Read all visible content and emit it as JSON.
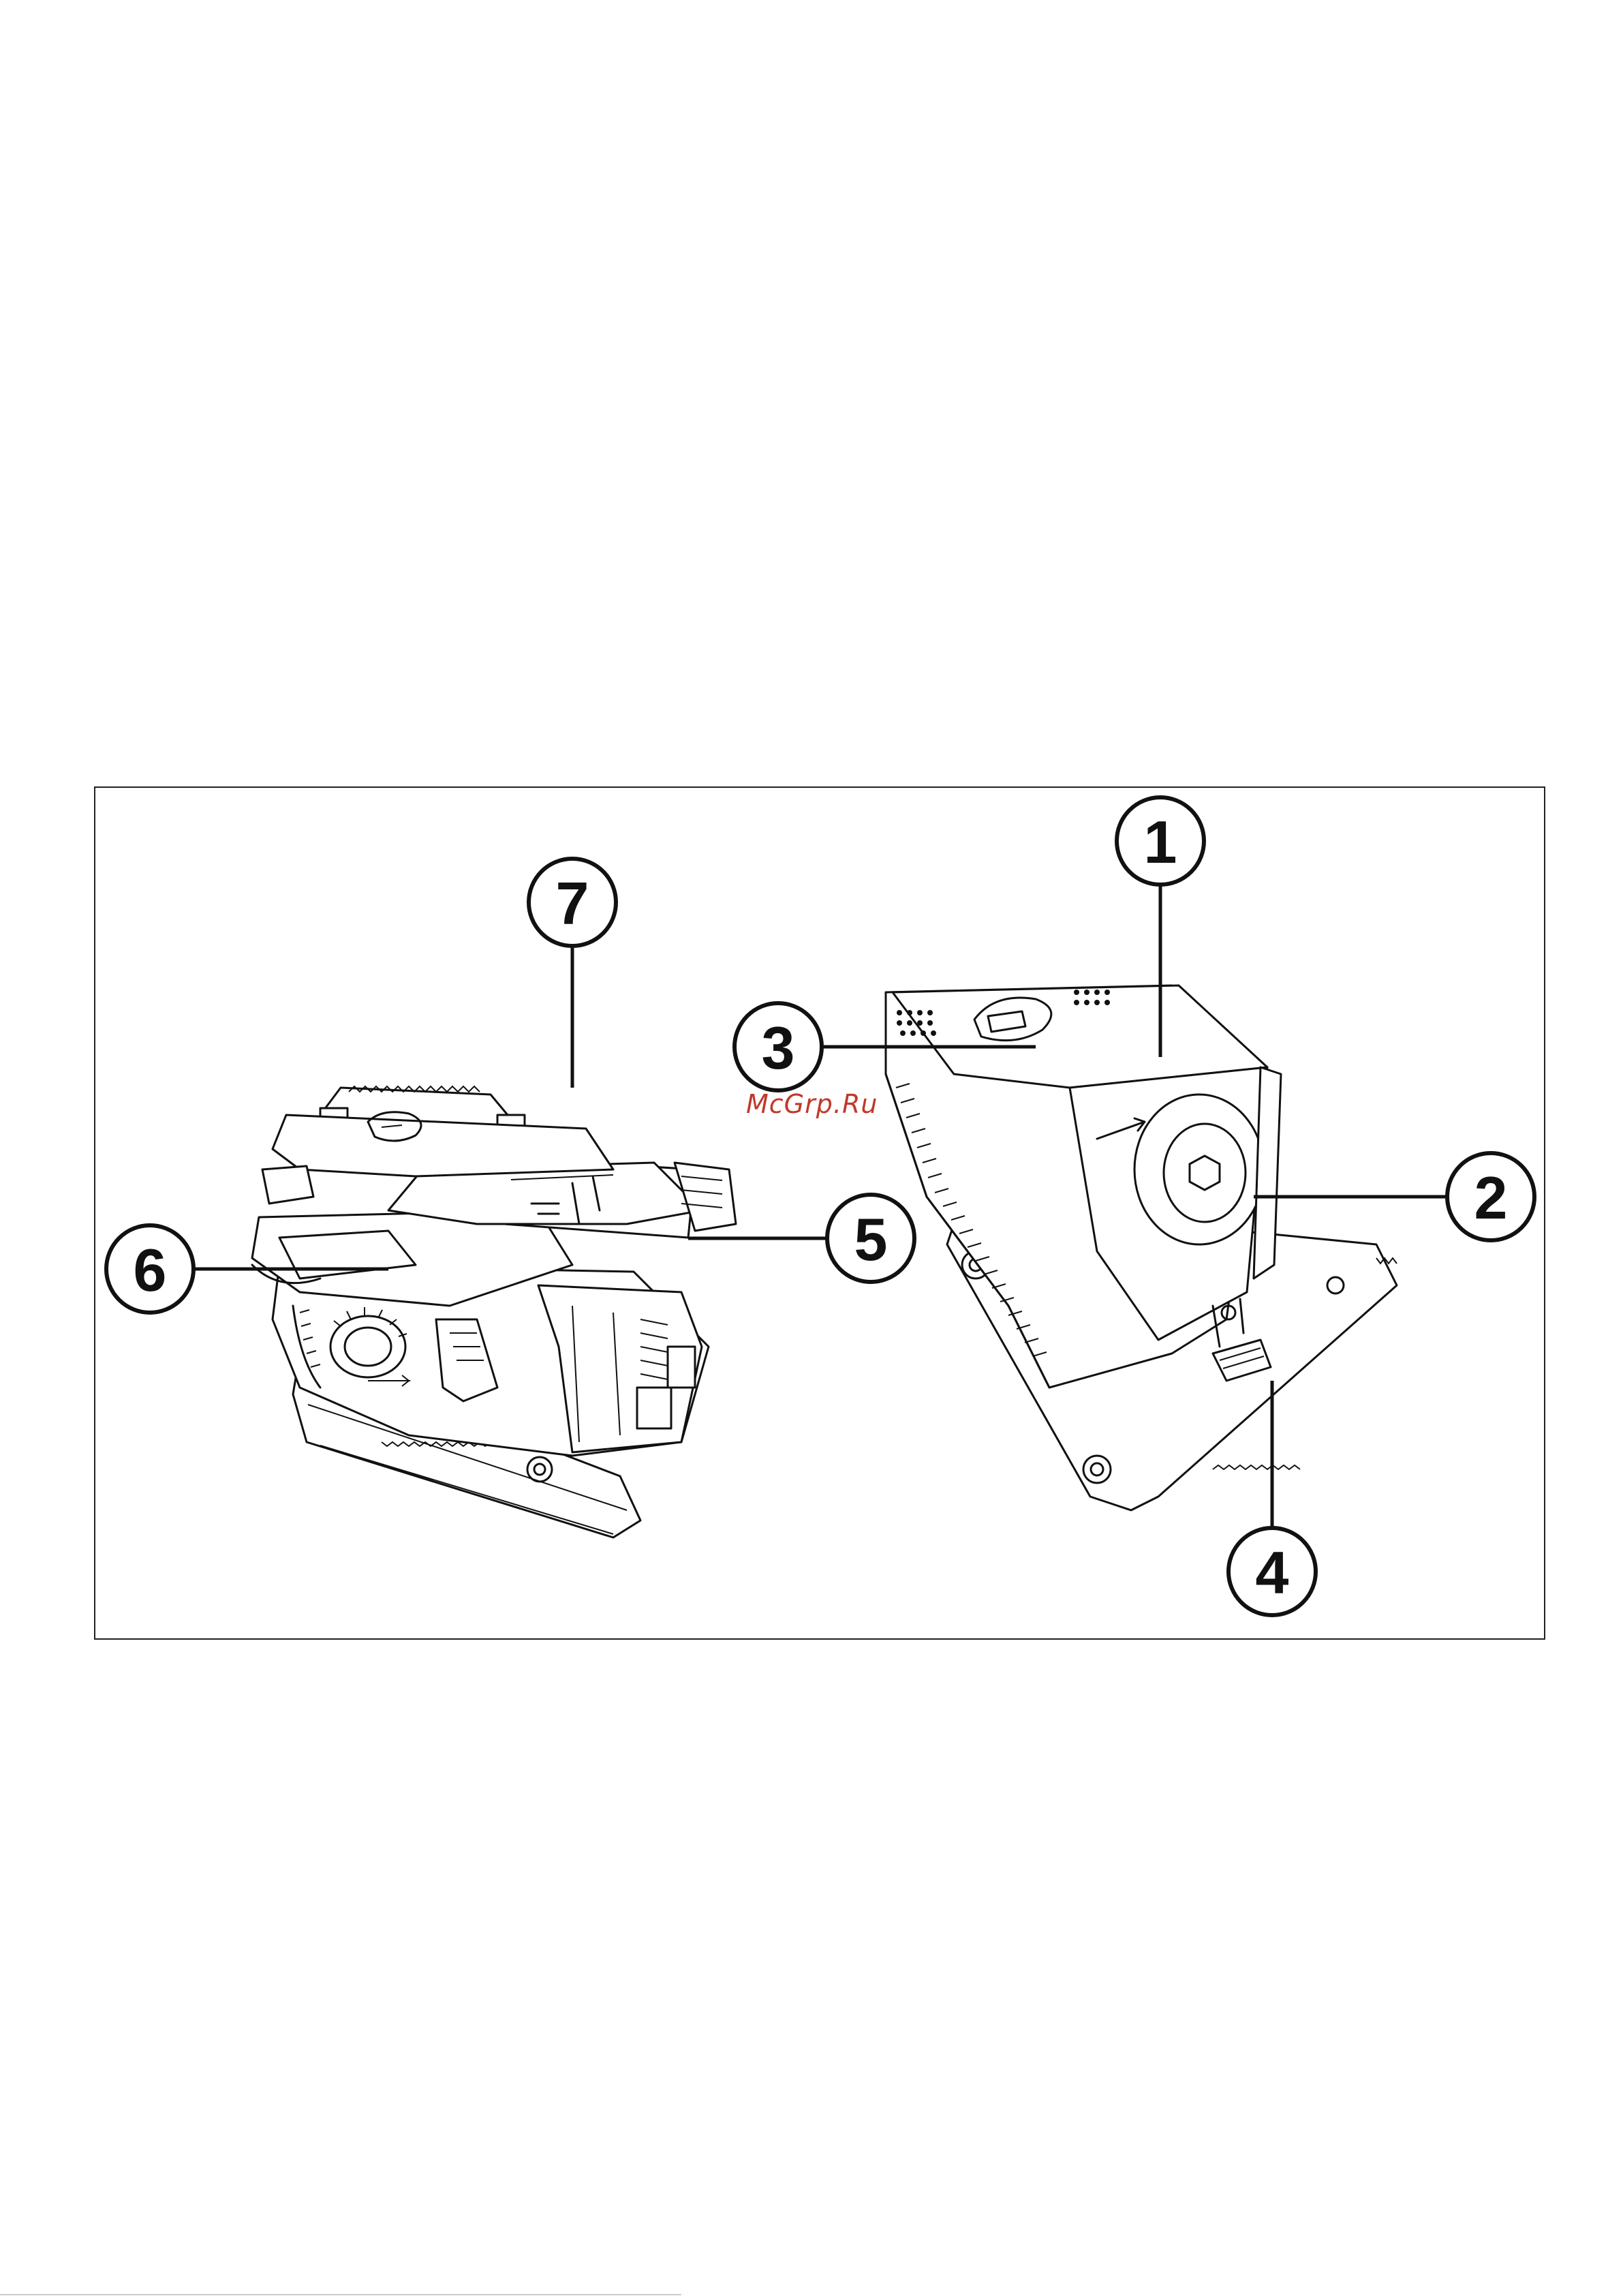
{
  "watermark": "McGrp.Ru",
  "callouts": [
    {
      "id": "1",
      "label": "1"
    },
    {
      "id": "2",
      "label": "2"
    },
    {
      "id": "3",
      "label": "3"
    },
    {
      "id": "4",
      "label": "4"
    },
    {
      "id": "5",
      "label": "5"
    },
    {
      "id": "6",
      "label": "6"
    },
    {
      "id": "7",
      "label": "7"
    }
  ],
  "colors": {
    "watermark": "#c0392b",
    "line": "#111111",
    "background": "#ffffff"
  }
}
